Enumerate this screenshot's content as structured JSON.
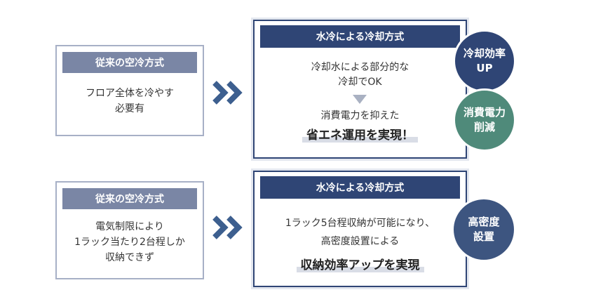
{
  "row1": {
    "left": {
      "header": "従来の空冷方式",
      "lines": [
        "フロア全体を冷やす",
        "必要有"
      ]
    },
    "right": {
      "header": "水冷による冷却方式",
      "lines": [
        "冷却水による部分的な",
        "冷却でOK"
      ],
      "result_line": "消費電力を抑えた",
      "emphasis": "省エネ運用を実現！"
    },
    "badges": [
      {
        "lines": [
          "冷却効率",
          "UP"
        ],
        "color": "#2f4575"
      },
      {
        "lines": [
          "消費電力",
          "削減"
        ],
        "color": "#4f8a7a"
      }
    ]
  },
  "row2": {
    "left": {
      "header": "従来の空冷方式",
      "lines": [
        "電気制限により",
        "1ラック当たり2台程しか",
        "収納できず"
      ]
    },
    "right": {
      "header": "水冷による冷却方式",
      "lines": [
        "1ラック5台程収納が可能になり、",
        "高密度設置による"
      ],
      "emphasis": "収納効率アップを実現"
    },
    "badges": [
      {
        "lines": [
          "高密度",
          "設置"
        ],
        "color": "#3d5580"
      }
    ]
  },
  "colors": {
    "dark_navy": "#2f4575",
    "slate": "#7a86a5",
    "teal": "#4f8a7a",
    "chevron": "#3d5f8f"
  },
  "icons": [
    "double-chevron-right-icon",
    "down-triangle-icon"
  ]
}
